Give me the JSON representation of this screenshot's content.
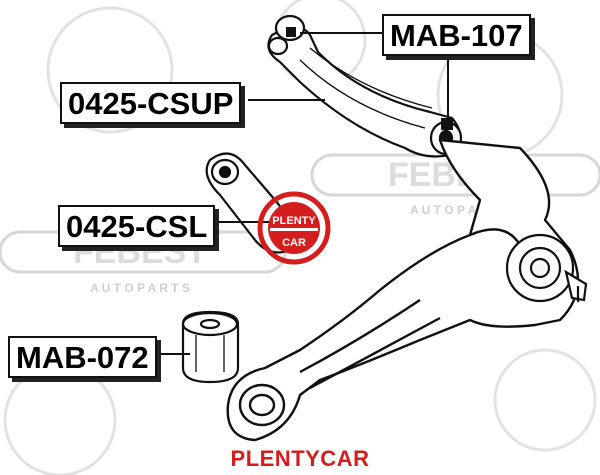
{
  "parts": {
    "mab107": "MAB-107",
    "csup": "0425-CSUP",
    "csl": "0425-CSL",
    "mab072": "MAB-072"
  },
  "watermark": {
    "brand_right": "FEBEST",
    "brand_left": "FEBEST",
    "tagline_right": "A U T O   P A R T S",
    "tagline_left": "A U T O   P A R T S",
    "seal_top": "PLENTY",
    "seal_bottom": "CAR"
  },
  "footer": {
    "text": "PLENTYCAR"
  },
  "colors": {
    "brand_red": "#d41e1e",
    "watermark_gray": "#d9d9d9"
  }
}
